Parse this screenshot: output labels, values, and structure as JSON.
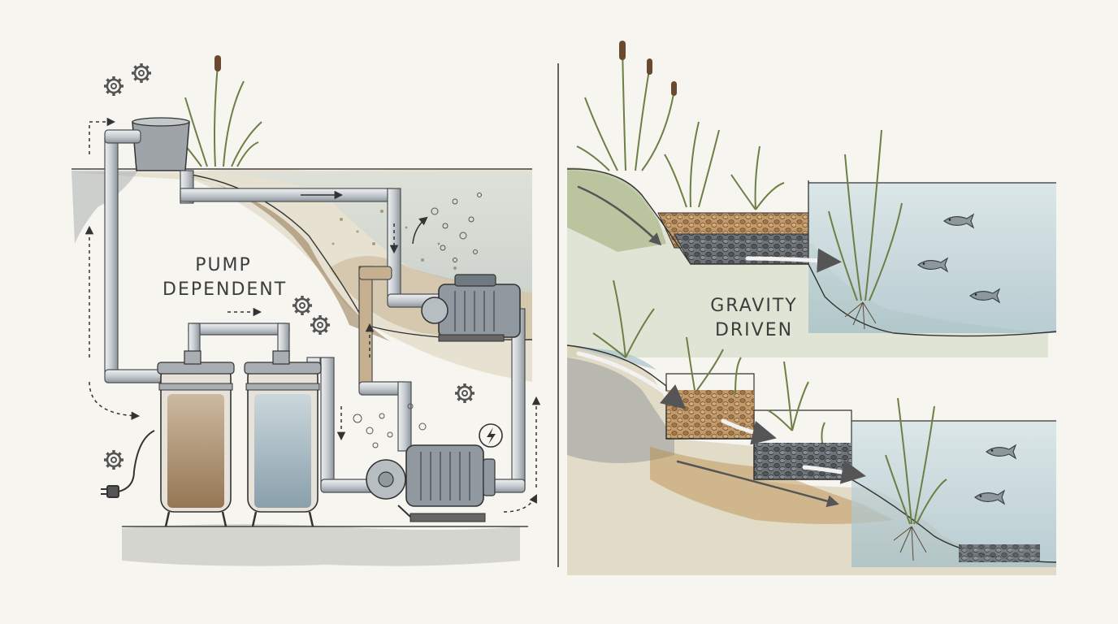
{
  "labels": {
    "left_line1": "PUMP",
    "left_line2": "DEPENDENT",
    "right_line1": "GRAVITY",
    "right_line2": "DRIVEN"
  },
  "colors": {
    "paper": "#f7f5ef",
    "ink": "#3b3d3d",
    "soil": "#8a6b43",
    "water": "#a9c3cc",
    "gravel": "#b48a5c",
    "plant": "#6d7f44",
    "pipe": "#c9cdd0"
  },
  "icons": [
    "gear-icon",
    "plug-icon",
    "lightning-icon",
    "fish-icon",
    "pump-icon",
    "filter-canister-icon",
    "cattail-plant-icon"
  ]
}
